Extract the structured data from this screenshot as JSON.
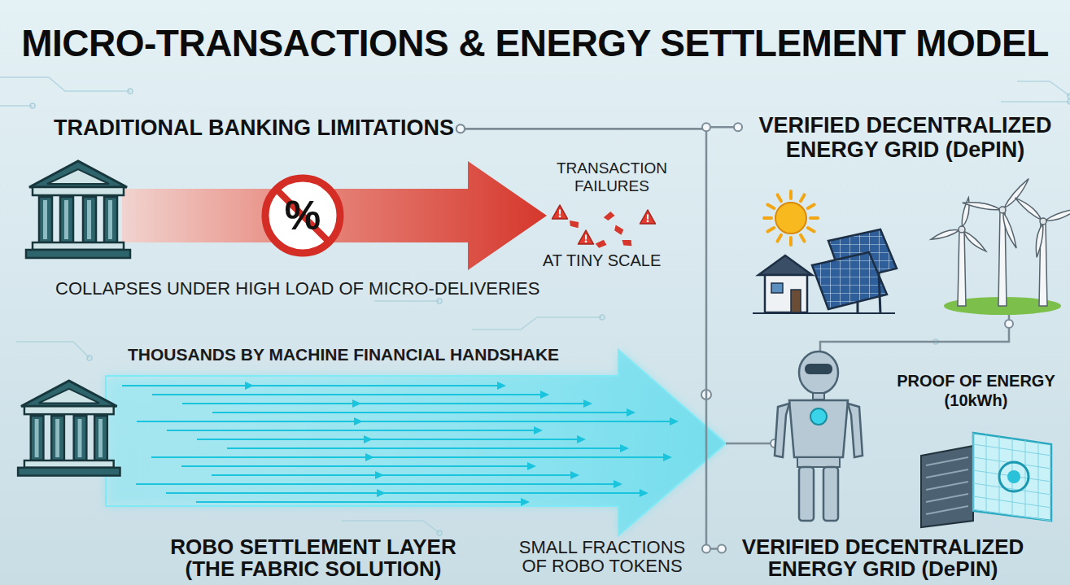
{
  "diagram": {
    "title": "MICRO-TRANSACTIONS & ENERGY SETTLEMENT MODEL",
    "nodes": [
      {
        "text": [
          "TRADITIONAL BANKING LIMITATIONS"
        ]
      },
      {
        "text": [
          "VERIFIED DECENTRALIZED ENERGY GRID (DePIN)"
        ]
      },
      {
        "text": [
          "PROOF OF ENERGY (10kWh)"
        ]
      },
      {
        "text": [
          "ROBO SETTLEMENT LAYER (THE FABRIC SOLUTION)"
        ]
      },
      {
        "text": [
          "VERIFIED DECENTRALIZED ENERGY GRID (DePIN)"
        ]
      }
    ],
    "edges": [
      {
        "from": 0,
        "to": 1,
        "arrow": "none"
      },
      {
        "from": 0,
        "to": 4,
        "arrow": "none"
      }
    ],
    "labels": [
      "%",
      "TRANSACTION FAILURES",
      "AT TINY SCALE",
      "COLLAPSES UNDER HIGH LOAD OF MICRO-DELIVERIES",
      "THOUSANDS BY MACHINE FINANCIAL HANDSHAKE",
      "SMALL FRACTIONS OF ROBO TOKENS"
    ]
  }
}
